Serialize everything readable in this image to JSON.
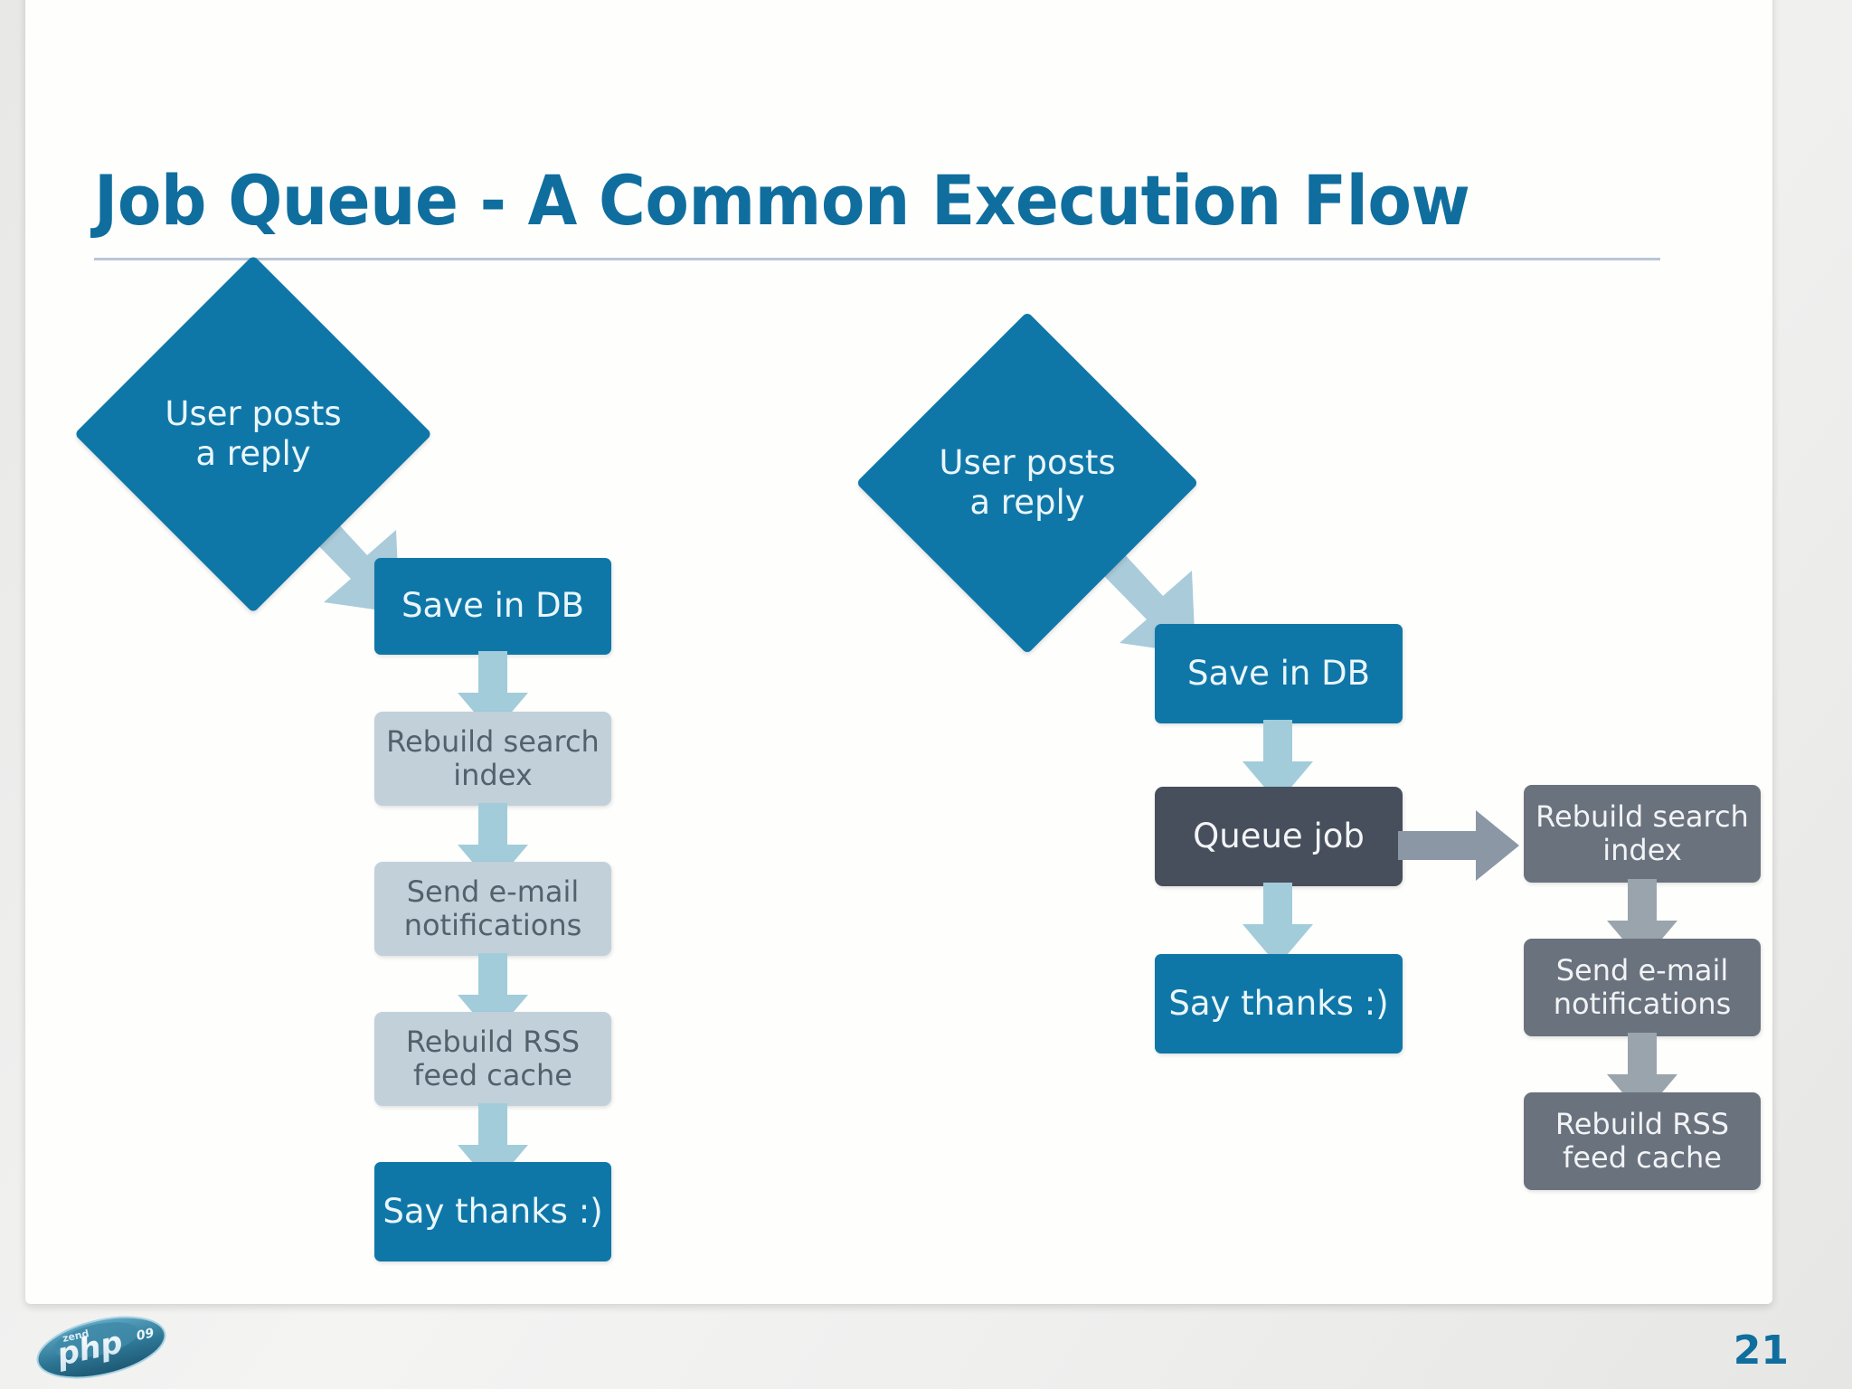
{
  "slide": {
    "title": "Job Queue - A Common Execution Flow",
    "page_number": "21",
    "accent_color": "#0f6e9e",
    "logo_text_small": "zend",
    "logo_text_main": "php",
    "logo_text_year": "09"
  },
  "left_flow": {
    "name": "synchronous-execution-flow",
    "nodes": [
      {
        "id": "l-start",
        "label": "User posts\na reply",
        "shape": "diamond",
        "style": "blue"
      },
      {
        "id": "l-save",
        "label": "Save in DB",
        "shape": "rect",
        "style": "blue"
      },
      {
        "id": "l-index",
        "label": "Rebuild search\nindex",
        "shape": "rect",
        "style": "light"
      },
      {
        "id": "l-email",
        "label": "Send e-mail\nnotifications",
        "shape": "rect",
        "style": "light"
      },
      {
        "id": "l-rss",
        "label": "Rebuild RSS\nfeed cache",
        "shape": "rect",
        "style": "light"
      },
      {
        "id": "l-thanks",
        "label": "Say thanks :)",
        "shape": "rect",
        "style": "blue"
      }
    ],
    "edges": [
      {
        "from": "l-start",
        "to": "l-save",
        "direction": "diagonal-down-right",
        "color": "#a9cbda"
      },
      {
        "from": "l-save",
        "to": "l-index",
        "direction": "down",
        "color": "#a2ccd9"
      },
      {
        "from": "l-index",
        "to": "l-email",
        "direction": "down",
        "color": "#a2ccd9"
      },
      {
        "from": "l-email",
        "to": "l-rss",
        "direction": "down",
        "color": "#a2ccd9"
      },
      {
        "from": "l-rss",
        "to": "l-thanks",
        "direction": "down",
        "color": "#a2ccd9"
      }
    ]
  },
  "right_flow": {
    "name": "queued-execution-flow",
    "nodes": [
      {
        "id": "r-start",
        "label": "User posts\na reply",
        "shape": "diamond",
        "style": "blue"
      },
      {
        "id": "r-save",
        "label": "Save in DB",
        "shape": "rect",
        "style": "blue"
      },
      {
        "id": "r-queue",
        "label": "Queue job",
        "shape": "rect",
        "style": "dark"
      },
      {
        "id": "r-thanks",
        "label": "Say thanks :)",
        "shape": "rect",
        "style": "blue"
      },
      {
        "id": "r-index",
        "label": "Rebuild search\nindex",
        "shape": "rect",
        "style": "grey"
      },
      {
        "id": "r-email",
        "label": "Send e-mail\nnotifications",
        "shape": "rect",
        "style": "grey"
      },
      {
        "id": "r-rss",
        "label": "Rebuild RSS\nfeed cache",
        "shape": "rect",
        "style": "grey"
      }
    ],
    "edges": [
      {
        "from": "r-start",
        "to": "r-save",
        "direction": "diagonal-down-right",
        "color": "#a9cbda"
      },
      {
        "from": "r-save",
        "to": "r-queue",
        "direction": "down",
        "color": "#a2ccd9"
      },
      {
        "from": "r-queue",
        "to": "r-thanks",
        "direction": "down",
        "color": "#a2ccd9"
      },
      {
        "from": "r-queue",
        "to": "r-index",
        "direction": "right",
        "color": "#8b97a5"
      },
      {
        "from": "r-index",
        "to": "r-email",
        "direction": "down",
        "color": "#9aa4ad"
      },
      {
        "from": "r-email",
        "to": "r-rss",
        "direction": "down",
        "color": "#9aa4ad"
      }
    ]
  },
  "colors": {
    "blue_fill": "#0f77a8",
    "light_fill": "#c2d0da",
    "dark_fill": "#474f5c",
    "grey_fill": "#6a727e",
    "light_arrow": "#a2ccd9",
    "grey_arrow": "#8b97a5",
    "title_rule": "#b9c6d6"
  }
}
